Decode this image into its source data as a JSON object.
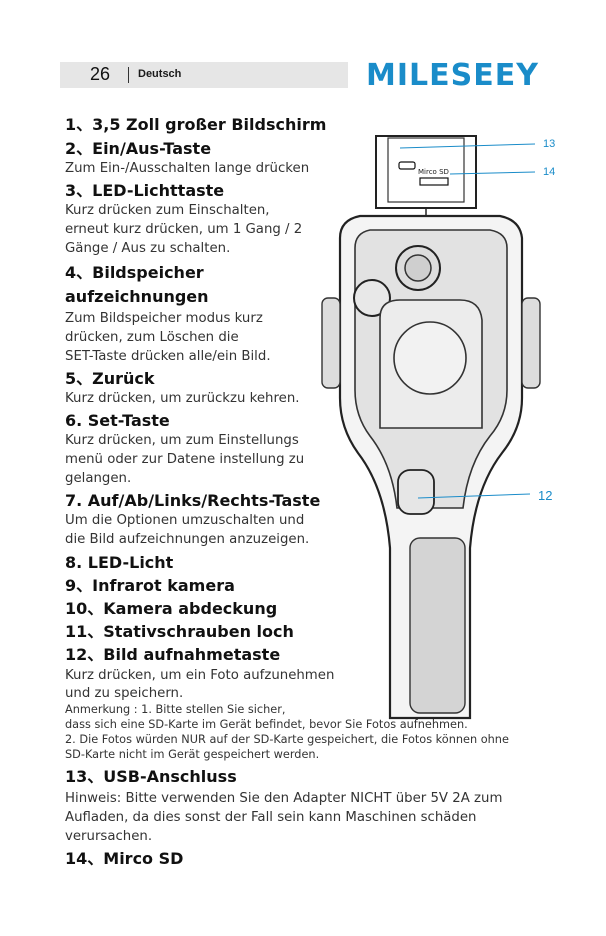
{
  "header": {
    "page_number": "26",
    "language": "Deutsch",
    "brand": "MILESEEY"
  },
  "items": [
    {
      "title": "1、3,5 Zoll großer Bildschirm"
    },
    {
      "title": "2、Ein/Aus-Taste",
      "lines": [
        "Zum Ein-/Ausschalten lange drücken"
      ]
    },
    {
      "title": "3、LED-Lichttaste",
      "lines": [
        "Kurz drücken zum Einschalten,",
        "erneut kurz drücken, um 1 Gang / 2",
        "Gänge / Aus zu schalten."
      ]
    },
    {
      "title_lines": [
        "4、Bildspeicher",
        "aufzeichnungen"
      ],
      "lines": [
        "Zum Bildspeicher modus kurz",
        "drücken, zum Löschen die",
        "SET-Taste drücken alle/ein Bild."
      ]
    },
    {
      "title": "5、Zurück",
      "lines": [
        "Kurz drücken, um zurückzu kehren."
      ]
    },
    {
      "title": "6. Set-Taste",
      "lines": [
        "Kurz drücken, um zum Einstellungs",
        "menü oder zur Datene instellung zu",
        "gelangen."
      ]
    },
    {
      "title": "7. Auf/Ab/Links/Rechts-Taste",
      "lines": [
        "Um die Optionen umzuschalten und",
        "die Bild aufzeichnungen anzuzeigen."
      ]
    },
    {
      "title": "8. LED-Licht"
    },
    {
      "title": "9、Infrarot kamera"
    },
    {
      "title": "10、Kamera abdeckung"
    },
    {
      "title": "11、Stativschrauben loch"
    },
    {
      "title": "12、Bild aufnahmetaste",
      "lines": [
        "Kurz drücken, um ein Foto aufzunehmen",
        "und zu speichern."
      ],
      "notes": [
        "Anmerkung : 1. Bitte stellen Sie sicher,",
        "dass sich eine SD-Karte im Gerät befindet, bevor Sie Fotos aufnehmen.",
        "2. Die Fotos würden NUR auf der SD-Karte gespeichert, die Fotos können ohne",
        "SD-Karte nicht im Gerät gespeichert werden."
      ]
    },
    {
      "title": "13、USB-Anschluss",
      "lines": [
        "Hinweis: Bitte verwenden Sie den Adapter NICHT über 5V 2A zum",
        "Aufladen, da dies sonst der Fall sein kann Maschinen schäden",
        "verursachen."
      ]
    },
    {
      "title": "14、Mirco SD"
    }
  ],
  "figure": {
    "callouts": [
      "13",
      "14",
      "12"
    ],
    "slot_label": "Mirco SD"
  },
  "colors": {
    "accent": "#1a8cc9",
    "header_bar": "#e6e6e6"
  }
}
